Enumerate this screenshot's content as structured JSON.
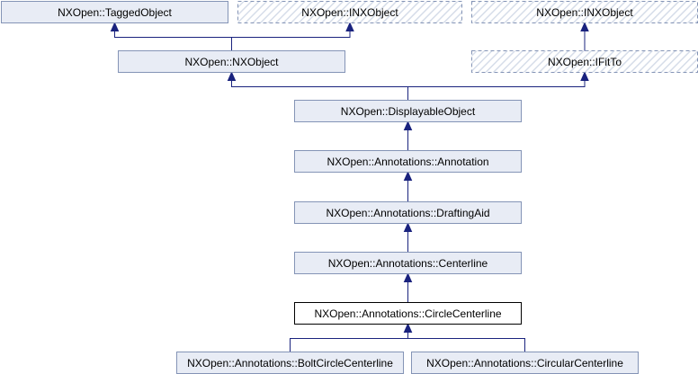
{
  "nodes": [
    {
      "id": "tagged",
      "label": "NXOpen::TaggedObject",
      "style": "normal"
    },
    {
      "id": "inx1",
      "label": "NXOpen::INXObject",
      "style": "external"
    },
    {
      "id": "inx2",
      "label": "NXOpen::INXObject",
      "style": "external"
    },
    {
      "id": "nxobject",
      "label": "NXOpen::NXObject",
      "style": "normal"
    },
    {
      "id": "ifitto",
      "label": "NXOpen::IFitTo",
      "style": "external"
    },
    {
      "id": "displayable",
      "label": "NXOpen::DisplayableObject",
      "style": "normal"
    },
    {
      "id": "annotation",
      "label": "NXOpen::Annotations::Annotation",
      "style": "normal"
    },
    {
      "id": "draftingaid",
      "label": "NXOpen::Annotations::DraftingAid",
      "style": "normal"
    },
    {
      "id": "centerline",
      "label": "NXOpen::Annotations::Centerline",
      "style": "normal"
    },
    {
      "id": "circlecenterline",
      "label": "NXOpen::Annotations::CircleCenterline",
      "style": "current"
    },
    {
      "id": "boltcircle",
      "label": "NXOpen::Annotations::BoltCircleCenterline",
      "style": "normal"
    },
    {
      "id": "circular",
      "label": "NXOpen::Annotations::CircularCenterline",
      "style": "normal"
    }
  ],
  "edges": [
    {
      "from": "nxobject",
      "to": "tagged"
    },
    {
      "from": "nxobject",
      "to": "inx1"
    },
    {
      "from": "ifitto",
      "to": "inx2"
    },
    {
      "from": "displayable",
      "to": "nxobject"
    },
    {
      "from": "displayable",
      "to": "ifitto"
    },
    {
      "from": "annotation",
      "to": "displayable"
    },
    {
      "from": "draftingaid",
      "to": "annotation"
    },
    {
      "from": "centerline",
      "to": "draftingaid"
    },
    {
      "from": "circlecenterline",
      "to": "centerline"
    },
    {
      "from": "boltcircle",
      "to": "circlecenterline"
    },
    {
      "from": "circular",
      "to": "circlecenterline"
    }
  ]
}
